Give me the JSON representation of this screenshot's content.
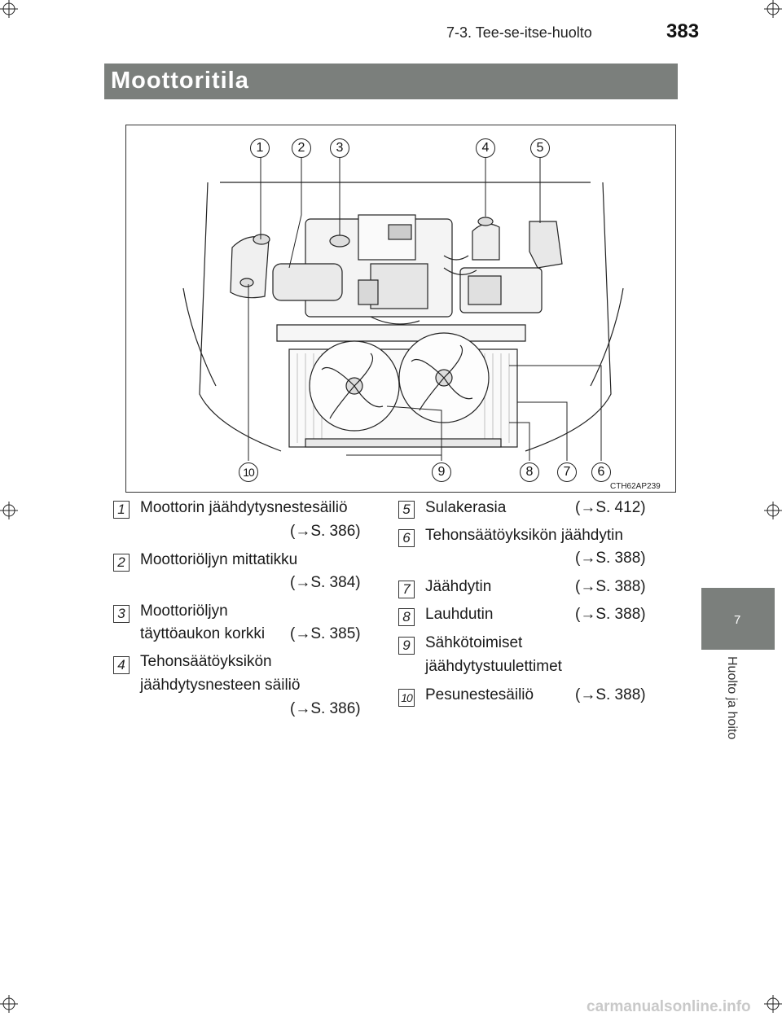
{
  "header": {
    "section": "7-3. Tee-se-itse-huolto",
    "page_number": "383"
  },
  "title": "Moottoritila",
  "chapter": {
    "number": "7",
    "side_label": "Huolto ja hoito"
  },
  "figure": {
    "code": "CTH62AP239",
    "callouts": [
      "1",
      "2",
      "3",
      "4",
      "5",
      "6",
      "7",
      "8",
      "9",
      "10"
    ],
    "icon": "engine-bay-illustration"
  },
  "legend": [
    {
      "num": "1",
      "lines": [
        "Moottorin jäähdytysnestesäiliö"
      ],
      "ref": "(→S. 386)"
    },
    {
      "num": "2",
      "lines": [
        "Moottoriöljyn mittatikku"
      ],
      "ref": "(→S. 384)"
    },
    {
      "num": "3",
      "lines": [
        "Moottoriöljyn",
        "täyttöaukon korkki"
      ],
      "ref": "(→S. 385)"
    },
    {
      "num": "4",
      "lines": [
        "Tehonsäätöyksikön",
        "jäähdytysnesteen säiliö"
      ],
      "ref": "(→S. 386)"
    },
    {
      "num": "5",
      "lines": [
        "Sulakerasia"
      ],
      "ref": "(→S. 412)"
    },
    {
      "num": "6",
      "lines": [
        "Tehonsäätöyksikön jäähdytin"
      ],
      "ref": "(→S. 388)"
    },
    {
      "num": "7",
      "lines": [
        "Jäähdytin"
      ],
      "ref": "(→S. 388)"
    },
    {
      "num": "8",
      "lines": [
        "Lauhdutin"
      ],
      "ref": "(→S. 388)"
    },
    {
      "num": "9",
      "lines": [
        "Sähkötoimiset",
        "jäähdytystuulettimet"
      ],
      "ref": ""
    },
    {
      "num": "10",
      "lines": [
        "Pesunestesäiliö"
      ],
      "ref": "(→S. 388)"
    }
  ],
  "watermark": "carmanualsonline.info"
}
